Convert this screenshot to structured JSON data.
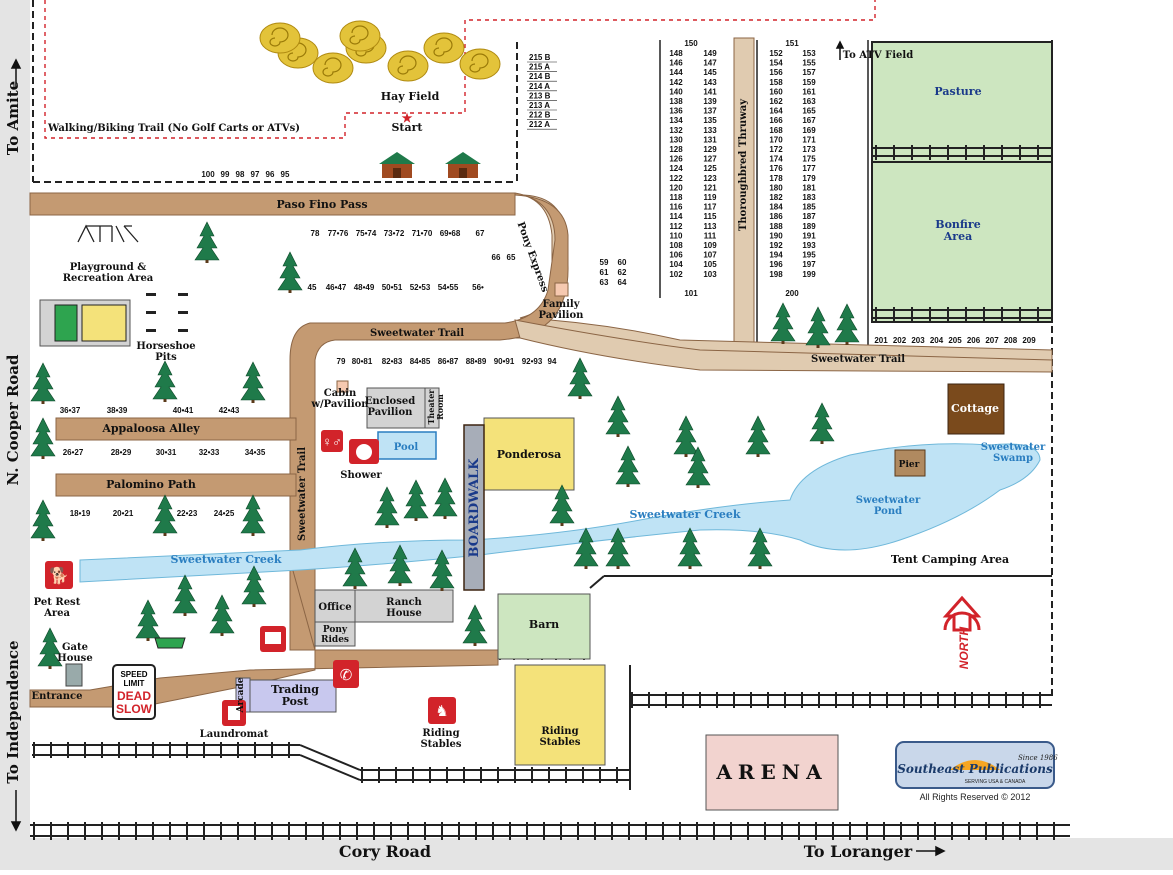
{
  "roads": {
    "amite": "To Amite",
    "n_cooper": "N. Cooper Road",
    "independence": "To Independence",
    "cory": "Cory Road",
    "loranger": "To Loranger"
  },
  "trails": {
    "paso_fino": "Paso Fino Pass",
    "pony_express": "Pony Express",
    "sweetwater_upper": "Sweetwater Trail",
    "sweetwater_right": "Sweetwater Trail",
    "sweetwater_vertical": "Sweetwater Trail",
    "appaloosa": "Appaloosa Alley",
    "palomino": "Palomino Path",
    "thoroughbred": "Thoroughbred Thruway",
    "walking": "Walking/Biking Trail (No Golf Carts or ATVs)"
  },
  "water": {
    "creek_left": "Sweetwater Creek",
    "creek_right": "Sweetwater Creek",
    "pond": "Sweetwater\nPond",
    "swamp": "Sweetwater\nSwamp"
  },
  "places": {
    "hay_field": "Hay Field",
    "start": "Start",
    "atv_field": "To ATV Field",
    "pasture": "Pasture",
    "bonfire": "Bonfire\nArea",
    "playground": "Playground &\nRecreation Area",
    "horseshoe": "Horseshoe\nPits",
    "family_pavilion": "Family\nPavilion",
    "cabin": "Cabin\nw/Pavilion",
    "enclosed_pavilion": "Enclosed\nPavilion",
    "theater_room": "Theater\nRoom",
    "pool": "Pool",
    "shower": "Shower",
    "boardwalk": "BOARDWALK",
    "ponderosa": "Ponderosa",
    "cottage": "Cottage",
    "pier": "Pier",
    "tent_camping": "Tent Camping Area",
    "office": "Office",
    "ranch_house": "Ranch\nHouse",
    "pony_rides": "Pony\nRides",
    "barn": "Barn",
    "pet_rest": "Pet Rest\nArea",
    "gate_house": "Gate\nHouse",
    "entrance": "Entrance",
    "trading_post": "Trading\nPost",
    "arcade": "Arcade",
    "laundromat": "Laundromat",
    "riding_stables_icon": "Riding\nStables",
    "riding_stables": "Riding\nStables",
    "arena": "ARENA",
    "north": "NORTH"
  },
  "speed_sign": {
    "line1": "SPEED",
    "line2": "LIMIT",
    "line3": "DEAD",
    "line4": "SLOW"
  },
  "publisher": {
    "name": "Southeast Publications",
    "since": "Since 1986",
    "serving": "SERVING USA & CANADA",
    "rights": "All Rights Reserved © 2012"
  },
  "sites": {
    "hay_sites": [
      "215 B",
      "215 A",
      "214 B",
      "214 A",
      "213 B",
      "213 A",
      "212 B",
      "212 A"
    ],
    "row_top": [
      "100",
      "99",
      "98",
      "97",
      "96",
      "95"
    ],
    "row_paso": [
      "78",
      "77•76",
      "75•74",
      "73•72",
      "71•70",
      "69•68",
      "67"
    ],
    "pony_pair": [
      "66",
      "65"
    ],
    "row_mid": [
      "45",
      "46•47",
      "48•49",
      "50•51",
      "52•53",
      "54•55",
      "56•"
    ],
    "grid_59": [
      [
        "59",
        "60"
      ],
      [
        "61",
        "62"
      ],
      [
        "63",
        "64"
      ]
    ],
    "row_sweet": [
      "79",
      "80•81",
      "82•83",
      "84•85",
      "86•87",
      "88•89",
      "90•91",
      "92•93",
      "94"
    ],
    "appaloosa_row": [
      "36•37",
      "38•39",
      "40•41",
      "42•43"
    ],
    "row_26": [
      "26•27",
      "28•29",
      "30•31",
      "32•33",
      "34•35"
    ],
    "row_18": [
      "18•19",
      "20•21",
      "22•23",
      "24•25"
    ],
    "col_a_top": "150",
    "col_a": [
      [
        "148",
        "149"
      ],
      [
        "146",
        "147"
      ],
      [
        "144",
        "145"
      ],
      [
        "142",
        "143"
      ],
      [
        "140",
        "141"
      ],
      [
        "138",
        "139"
      ],
      [
        "136",
        "137"
      ],
      [
        "134",
        "135"
      ],
      [
        "132",
        "133"
      ],
      [
        "130",
        "131"
      ],
      [
        "128",
        "129"
      ],
      [
        "126",
        "127"
      ],
      [
        "124",
        "125"
      ],
      [
        "122",
        "123"
      ],
      [
        "120",
        "121"
      ],
      [
        "118",
        "119"
      ],
      [
        "116",
        "117"
      ],
      [
        "114",
        "115"
      ],
      [
        "112",
        "113"
      ],
      [
        "110",
        "111"
      ],
      [
        "108",
        "109"
      ],
      [
        "106",
        "107"
      ],
      [
        "104",
        "105"
      ],
      [
        "102",
        "103"
      ]
    ],
    "col_a_bottom": "101",
    "col_b_top": "151",
    "col_b": [
      [
        "152",
        "153"
      ],
      [
        "154",
        "155"
      ],
      [
        "156",
        "157"
      ],
      [
        "158",
        "159"
      ],
      [
        "160",
        "161"
      ],
      [
        "162",
        "163"
      ],
      [
        "164",
        "165"
      ],
      [
        "166",
        "167"
      ],
      [
        "168",
        "169"
      ],
      [
        "170",
        "171"
      ],
      [
        "172",
        "173"
      ],
      [
        "174",
        "175"
      ],
      [
        "176",
        "177"
      ],
      [
        "178",
        "179"
      ],
      [
        "180",
        "181"
      ],
      [
        "182",
        "183"
      ],
      [
        "184",
        "185"
      ],
      [
        "186",
        "187"
      ],
      [
        "188",
        "189"
      ],
      [
        "190",
        "191"
      ],
      [
        "192",
        "193"
      ],
      [
        "194",
        "195"
      ],
      [
        "196",
        "197"
      ],
      [
        "198",
        "199"
      ]
    ],
    "col_b_bottom": "200",
    "row_201": [
      "201",
      "202",
      "203",
      "204",
      "205",
      "206",
      "207",
      "208",
      "209"
    ]
  },
  "colors": {
    "road": "#c49a72",
    "road_edge": "#8b6545",
    "water": "#bfe3f5",
    "water_edge": "#6fb8da",
    "grass": "#cde6c0",
    "tree": "#1f7a4a",
    "hay": "#e3c33a",
    "bldg_gray": "#d3d3d3",
    "bldg_yellow": "#f4e27a",
    "arena": "#f2d3cf",
    "cottage": "#7a4a1c",
    "sign_red": "#d2232a"
  }
}
